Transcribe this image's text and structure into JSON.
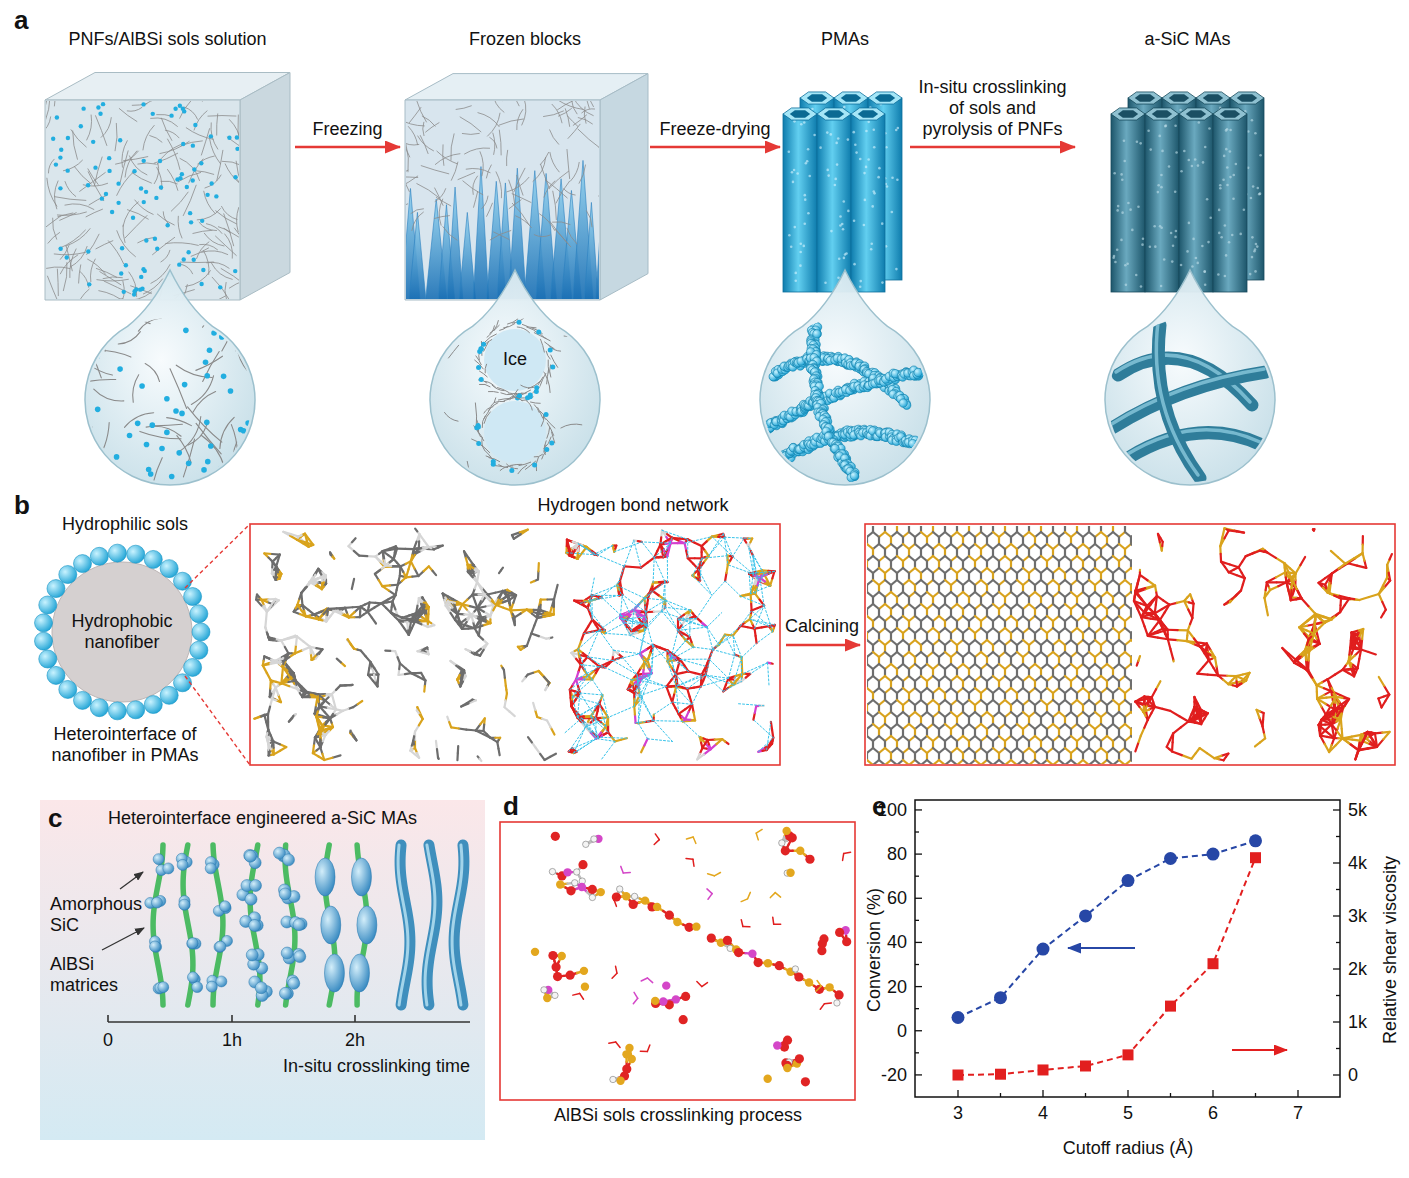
{
  "diagram": {
    "nodes": [
      {
        "text": [
          "PNFs/AlBSi sols solution"
        ]
      },
      {
        "text": [
          "Frozen blocks"
        ]
      },
      {
        "text": [
          "Ice"
        ],
        "in": 1
      },
      {
        "text": [
          "PMAs"
        ]
      },
      {
        "text": [
          "a-SiC MAs"
        ]
      },
      {
        "text": [
          "Hydrophilic sols",
          "Hydrophobic nanofiber",
          "Heterointerface of nanofiber in PMAs"
        ]
      },
      {
        "text": [
          "Hydrogen bond network"
        ]
      },
      {
        "text": [
          "Heterointerface engineered a-SiC MAs"
        ]
      },
      {
        "text": [
          "AlBSi sols crosslinking process"
        ]
      }
    ],
    "edges": [
      {
        "from": 0,
        "to": 1,
        "arrow": "to",
        "label": "Freezing"
      },
      {
        "from": 1,
        "to": 3,
        "arrow": "to",
        "label": "Freeze-drying"
      },
      {
        "from": 3,
        "to": 4,
        "arrow": "to",
        "label": "In-situ crosslinking of sols and pyrolysis of PNFs"
      }
    ],
    "labels": [
      "a",
      "b",
      "Calcining",
      "c",
      "Amorphous SiC",
      "AlBSi matrices",
      "0",
      "1h",
      "2h",
      "In-situ crosslinking time",
      "d",
      "e",
      "100",
      "80",
      "60",
      "40",
      "20",
      "0",
      "-20",
      "Conversion (%)",
      "5k",
      "4k",
      "3k",
      "2k",
      "1k",
      "0",
      "Relative shear viscosity",
      "3",
      "4",
      "5",
      "6",
      "7",
      "Cutoff radius (Å)"
    ]
  }
}
